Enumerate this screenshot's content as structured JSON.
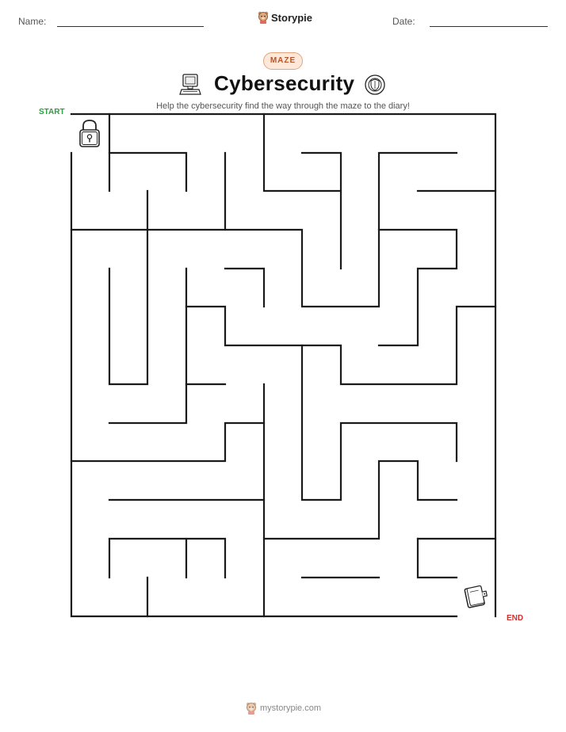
{
  "header": {
    "name_label": "Name:",
    "date_label": "Date:",
    "brand_name": "Storypie",
    "brand_icon": "bear-mascot-icon"
  },
  "worksheet": {
    "badge": "MAZE",
    "title": "Cybersecurity",
    "subtitle": "Help the cybersecurity find the way through the maze to the diary!",
    "left_icon": "computer-icon",
    "right_icon": "shield-icon"
  },
  "maze": {
    "start_label": "START",
    "end_label": "END",
    "start_icon": "padlock-icon",
    "end_icon": "diary-icon",
    "start_color": "#2e9e3e",
    "end_color": "#d0312d",
    "wall_color": "#1a1a1a"
  },
  "footer": {
    "site": "mystorypie.com",
    "icon": "bear-mascot-icon"
  }
}
